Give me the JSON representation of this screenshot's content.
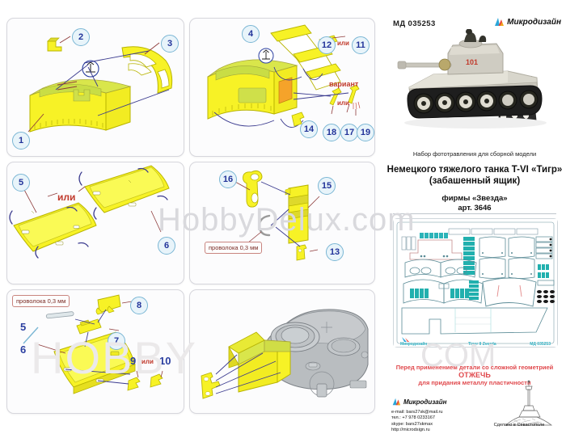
{
  "product": {
    "catalog_no": "МД 035253",
    "brand": "Микродизайн",
    "subtitle": "Набор фототравления для сборной модели",
    "title_line1": "Немецкого тяжелого танка T-VI «Тигр»",
    "title_line2": "(забашенный ящик)",
    "firm_line1": "фирмы «Звезда»",
    "firm_line2": "арт. 3646"
  },
  "fret": {
    "footer_left": "Микродизайн",
    "footer_center": "Tiger II Zvezda",
    "footer_right": "МД 035253"
  },
  "warning": {
    "line1": "Перед применением детали со сложной геометрией",
    "line2": "ОТЖЕЧЬ",
    "line3": "для придания металлу пластичности"
  },
  "footer": {
    "brand": "Микродизайн",
    "contact": "e-mail: bars27sk@mail.ru\nтел.: +7 978 0233167\nskype: bars27skmax\nhttp://microdsign.ru",
    "made_in": "Сделано в Севастополе"
  },
  "watermark": {
    "text_a": "HobbyDelux.com",
    "text_b": "HOBBY",
    "text_c": "COM"
  },
  "labels": {
    "or": "или",
    "variant": "вариант",
    "wire": "проволока 0,3 мм"
  },
  "panels": [
    {
      "id": "panel-1",
      "callouts": [
        "1",
        "2",
        "3"
      ]
    },
    {
      "id": "panel-2",
      "callouts": [
        "4",
        "12",
        "11",
        "14",
        "18",
        "17",
        "19"
      ],
      "or_labels": [
        "или",
        "или"
      ],
      "variant": "вариант"
    },
    {
      "id": "panel-3",
      "callouts": [
        "5",
        "6"
      ],
      "or_labels": [
        "или"
      ]
    },
    {
      "id": "panel-4",
      "callouts": [
        "16",
        "15",
        "13"
      ],
      "tag": "проволока 0,3 мм"
    },
    {
      "id": "panel-5",
      "callouts": [
        "5",
        "6",
        "7",
        "8",
        "9",
        "10"
      ],
      "or_labels": [
        "или"
      ],
      "tag": "проволока 0,3 мм"
    },
    {
      "id": "panel-6",
      "callouts": []
    }
  ]
}
